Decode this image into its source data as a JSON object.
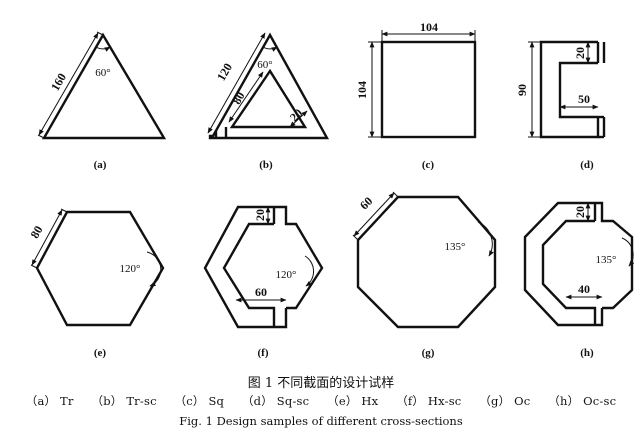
{
  "panels": [
    {
      "label": "(a)",
      "dims": [
        "160"
      ],
      "angle": "60°"
    },
    {
      "label": "(b)",
      "dims": [
        "120",
        "80",
        "20"
      ],
      "angle": "60°"
    },
    {
      "label": "(c)",
      "dims": [
        "104",
        "104"
      ]
    },
    {
      "label": "(d)",
      "dims": [
        "90",
        "20",
        "50"
      ]
    },
    {
      "label": "(e)",
      "dims": [
        "80"
      ],
      "angle": "120°"
    },
    {
      "label": "(f)",
      "dims": [
        "20",
        "60"
      ],
      "angle": "120°"
    },
    {
      "label": "(g)",
      "dims": [
        "60"
      ],
      "angle": "135°"
    },
    {
      "label": "(h)",
      "dims": [
        "20",
        "40"
      ],
      "angle": "135°"
    }
  ],
  "caption": {
    "cn": "图 1   不同截面的设计试样",
    "abbr": [
      "（a） Tr",
      "（b） Tr-sc",
      "（c） Sq",
      "（d） Sq-sc",
      "（e） Hx",
      "（f） Hx-sc",
      "（g） Oc",
      "（h） Oc-sc"
    ],
    "en": "Fig. 1    Design samples of different cross-sections"
  }
}
